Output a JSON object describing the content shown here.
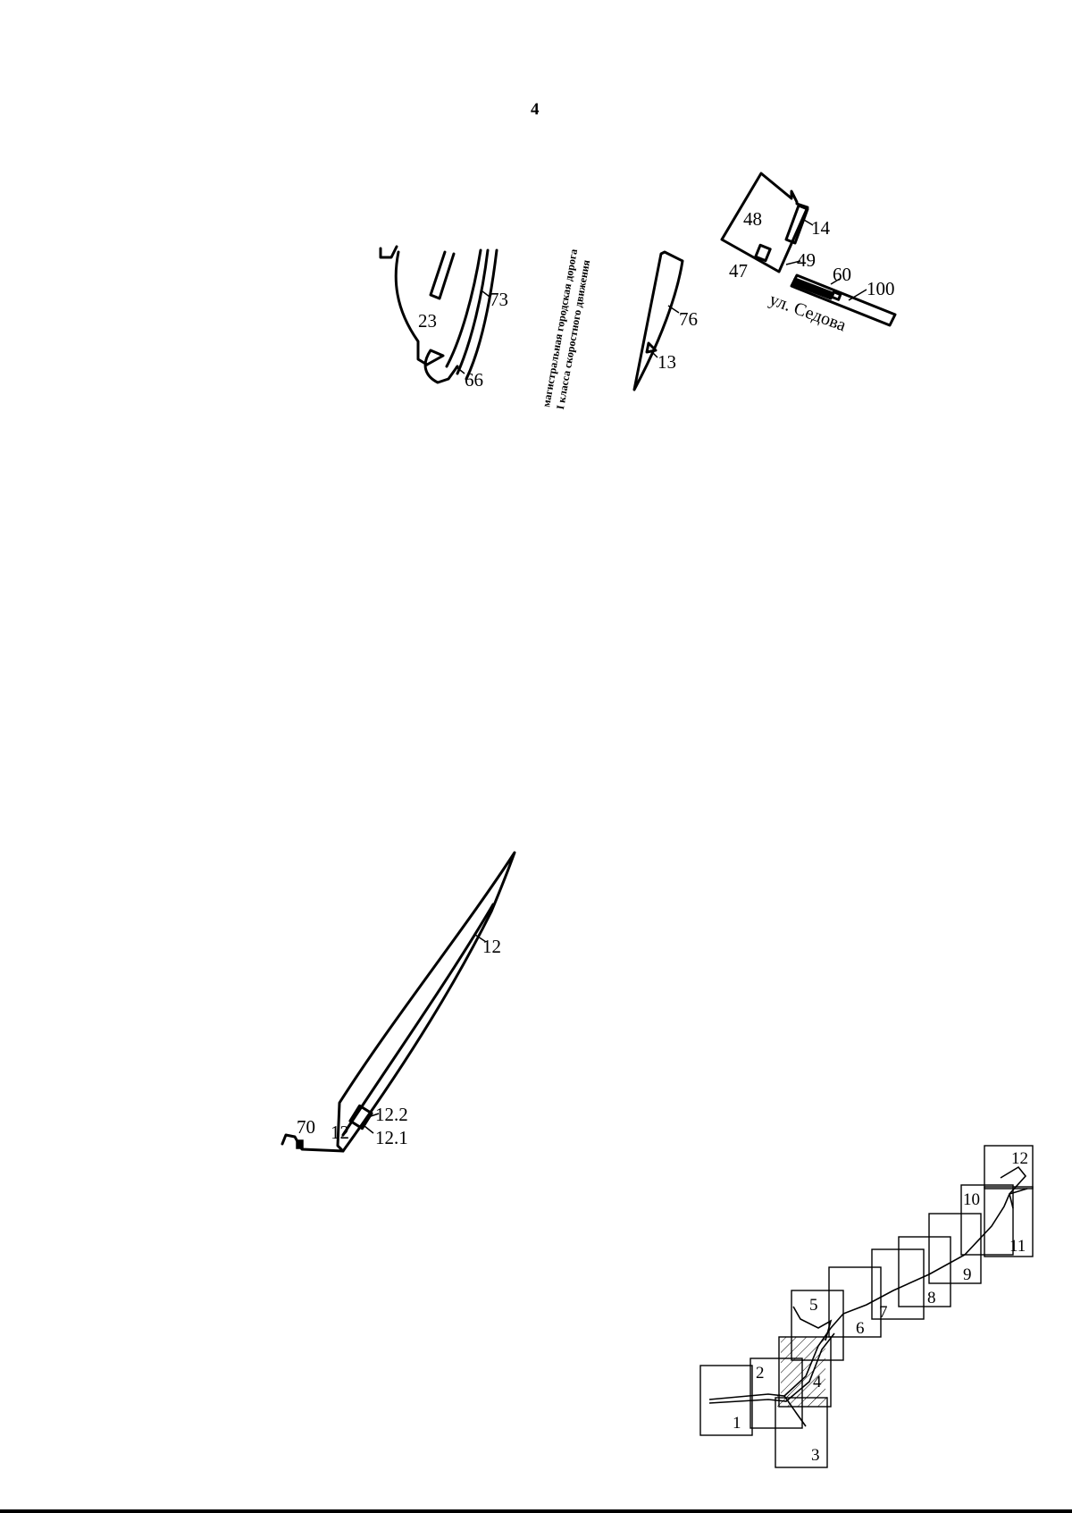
{
  "page": {
    "number": "4"
  },
  "labels": {
    "p23": "23",
    "p73": "73",
    "p66": "66",
    "p76": "76",
    "p13": "13",
    "p48": "48",
    "p14": "14",
    "p47": "47",
    "p49": "49",
    "p60": "60",
    "p100": "100",
    "p12_top": "12",
    "p12_2": "12.2",
    "p12_1": "12.1",
    "p70": "70",
    "p12_bottom": "12"
  },
  "streets": {
    "sedova": "ул. Седова",
    "highway_line1": "магистральная городская дорога",
    "highway_line2": "I класса скоростного движения"
  },
  "index_map": {
    "sheets": [
      "1",
      "2",
      "3",
      "4",
      "5",
      "6",
      "7",
      "8",
      "9",
      "10",
      "11",
      "12"
    ]
  }
}
